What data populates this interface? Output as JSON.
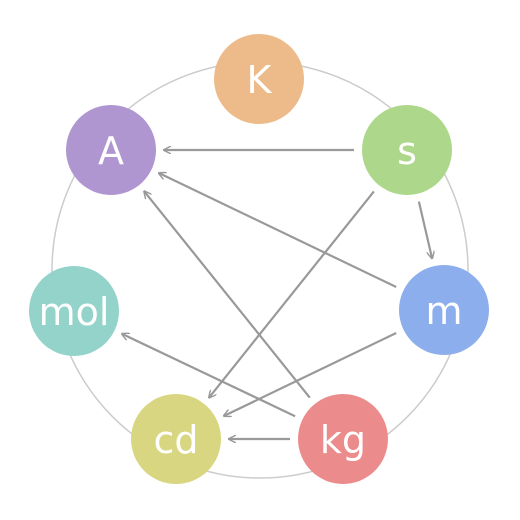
{
  "diagram": {
    "nodes": [
      {
        "id": "K",
        "label": "K",
        "color": "#edbb8a"
      },
      {
        "id": "s",
        "label": "s",
        "color": "#add88b"
      },
      {
        "id": "m",
        "label": "m",
        "color": "#8caeed"
      },
      {
        "id": "kg",
        "label": "kg",
        "color": "#ec8b8b"
      },
      {
        "id": "cd",
        "label": "cd",
        "color": "#d8d680"
      },
      {
        "id": "mol",
        "label": "mol",
        "color": "#93d3ca"
      },
      {
        "id": "A",
        "label": "A",
        "color": "#b096d0"
      }
    ],
    "edges": [
      {
        "from": "s",
        "to": "A"
      },
      {
        "from": "s",
        "to": "m"
      },
      {
        "from": "s",
        "to": "cd"
      },
      {
        "from": "m",
        "to": "A"
      },
      {
        "from": "m",
        "to": "cd"
      },
      {
        "from": "kg",
        "to": "A"
      },
      {
        "from": "kg",
        "to": "cd"
      },
      {
        "from": "kg",
        "to": "mol"
      }
    ],
    "colors": {
      "edge": "#999999",
      "ring": "#cccccc",
      "label": "#ffffff"
    }
  }
}
